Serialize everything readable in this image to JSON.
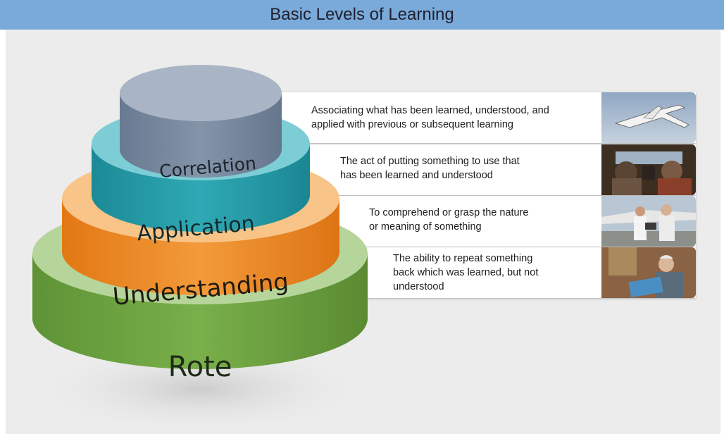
{
  "title": "Basic Levels of Learning",
  "levels": [
    {
      "label": "Rote",
      "description": "The ability to repeat something back which was learned, but not understood"
    },
    {
      "label": "Understanding",
      "description": "To comprehend or grasp the nature or meaning of something"
    },
    {
      "label": "Application",
      "description": "The act of putting something to use that has been learned and understood"
    },
    {
      "label": "Correlation",
      "description": "Associating what has been learned, understood, and applied with previous or subsequent learning"
    }
  ],
  "desc_lines": {
    "correlation": [
      "Associating what has been learned, understood, and",
      "applied with previous or subsequent learning"
    ],
    "application": [
      "The act of putting something to use that",
      "has been learned and understood"
    ],
    "understanding": [
      "To comprehend or grasp the nature",
      "or meaning of something"
    ],
    "rote": [
      "The ability to repeat something",
      "back which was learned, but not",
      "understood"
    ]
  },
  "colors": {
    "header": "#7aaad9",
    "rote": "#78ad47",
    "understanding": "#ee8a2a",
    "application": "#2aa5b1",
    "correlation": "#7d8ea4"
  },
  "photos": [
    "airplane-in-flight-photo",
    "cockpit-crew-photo",
    "instructor-and-student-photo",
    "person-reading-photo"
  ]
}
